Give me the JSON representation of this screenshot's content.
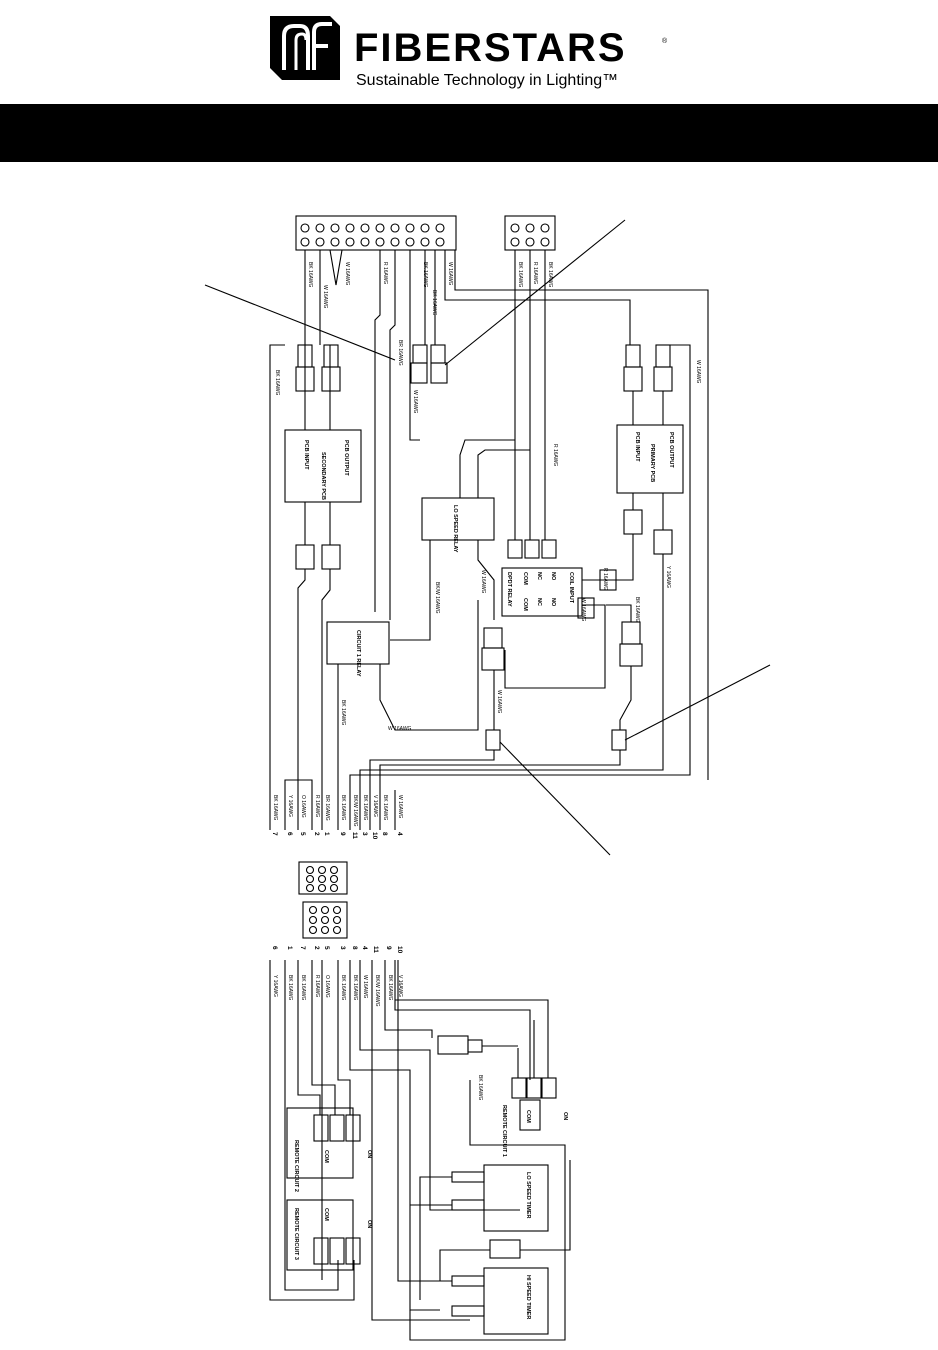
{
  "brand": {
    "name": "FIBERSTARS",
    "tagline": "Sustainable Technology in Lighting™",
    "registered": "®"
  },
  "diagram": {
    "wire_labels_top": [
      "BK 16AWG",
      "W 16AWG",
      "W 16AWG",
      "R 16AWG",
      "BR 16AWG",
      "BK 16AWG",
      "BK 16AWG",
      "W 16AWG",
      "BK 16AWG",
      "R 16AWG",
      "BK 16AWG"
    ],
    "secondary_pcb": {
      "input": "PCB INPUT",
      "name": "SECONDARY PCB",
      "output": "PCB OUTPUT"
    },
    "primary_pcb": {
      "input": "PCB INPUT",
      "name": "PRIMARY PCB",
      "output": "PCB OUTPUT"
    },
    "lo_speed_relay": "LO SPEED RELAY",
    "circuit1_relay": "CIRCUIT 1 RELAY",
    "dpdt_relay": {
      "title": "DPDT RELAY",
      "coil": "COIL INPUT",
      "row1": [
        "COM",
        "COM"
      ],
      "row2": [
        "NC",
        "NC"
      ],
      "row3": [
        "NO",
        "NO"
      ]
    },
    "mid_labels": [
      "R 16AWG",
      "BK 16AWG",
      "W 16AWG",
      "Y 16AWG",
      "W 16AWG",
      "BK/W 16AWG",
      "W 16AWG",
      "R 16AWG",
      "BK 16AWG",
      "W 16AWG",
      "W 16AWG",
      "BK 16AWG",
      "W 16AWG"
    ],
    "upper_harness": [
      {
        "pin": "7",
        "label": "BK 16AWG"
      },
      {
        "pin": "6",
        "label": "Y 16AWG"
      },
      {
        "pin": "5",
        "label": "O 16AWG"
      },
      {
        "pin": "2",
        "label": "R 16AWG"
      },
      {
        "pin": "1",
        "label": "BR 16AWG"
      },
      {
        "pin": "9",
        "label": "BK 16AWG"
      },
      {
        "pin": "11",
        "label": "BK/W 16AWG"
      },
      {
        "pin": "3",
        "label": "BK 16AWG"
      },
      {
        "pin": "10",
        "label": "V 16AWG"
      },
      {
        "pin": "8",
        "label": "BK 16AWG"
      },
      {
        "pin": "4",
        "label": "W 16AWG"
      }
    ],
    "lower_harness": [
      {
        "pin": "6",
        "label": "Y 16AWG"
      },
      {
        "pin": "1",
        "label": "BK 16AWG"
      },
      {
        "pin": "7",
        "label": "BK 16AWG"
      },
      {
        "pin": "2",
        "label": "R 16AWG"
      },
      {
        "pin": "5",
        "label": "O 16AWG"
      },
      {
        "pin": "3",
        "label": "BK 16AWG"
      },
      {
        "pin": "8",
        "label": "BK 16AWG"
      },
      {
        "pin": "4",
        "label": "W 16AWG"
      },
      {
        "pin": "11",
        "label": "BK/W 16AWG"
      },
      {
        "pin": "9",
        "label": "BK 16AWG"
      },
      {
        "pin": "10",
        "label": "V 16AWG"
      }
    ],
    "remote1": {
      "title": "REMOTE CIRCUIT 1",
      "com": "COM",
      "on": "ON"
    },
    "remote2": {
      "title": "REMOTE CIRCUIT 2",
      "com": "COM",
      "on": "ON"
    },
    "remote3": {
      "title": "REMOTE CIRCUIT 3",
      "com": "COM",
      "on": "ON"
    },
    "lo_timer": "LO SPEED TIMER",
    "hi_timer": "HI SPEED TIMER",
    "bk_lower": "BK 16AWG"
  }
}
